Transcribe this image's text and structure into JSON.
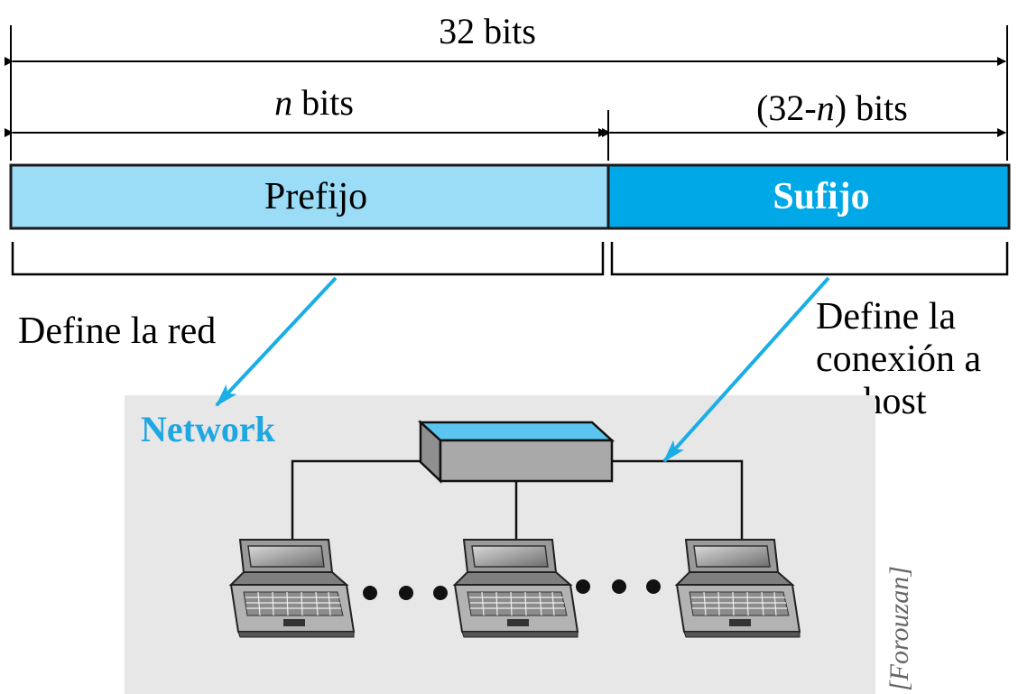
{
  "address": {
    "total_label": "32 bits",
    "prefix_len_var": "n",
    "prefix_len_unit": " bits",
    "suffix_len_open": "(32-",
    "suffix_len_var": "n",
    "suffix_len_close": ") bits",
    "prefix_label": "Prefijo",
    "suffix_label": "Sufijo"
  },
  "annotations": {
    "prefix_meaning": "Define la red",
    "suffix_meaning_lines": [
      "Define la",
      "conexión a",
      "un host"
    ]
  },
  "network": {
    "label": "Network"
  },
  "credit": "[Forouzan]",
  "colors": {
    "prefix_fill": "#9bdcf7",
    "suffix_fill": "#00a8e8",
    "accent_arrow": "#19aee6",
    "network_label": "#1ea7e1",
    "network_bg": "#e7e7e7",
    "switch_top": "#5bc4ef",
    "switch_side": "#a9a9a9"
  },
  "icons": [
    "switch-icon",
    "laptop-icon",
    "ellipsis-dots-icon",
    "arrow-icon"
  ]
}
